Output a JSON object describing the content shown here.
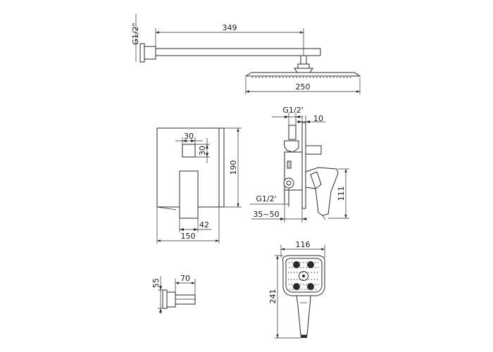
{
  "dimensions": {
    "head_arm_thread": "G1/2\"",
    "head_arm_length": "349",
    "head_diameter": "250",
    "mixer_inlet_thread": "G1/2'",
    "mixer_outlet_thread": "G1/2'",
    "mixer_depth_small": "10",
    "mixer_install_depth": "35~50",
    "mixer_handle_depth": "111",
    "plate_square_w": "30",
    "plate_square_h": "30",
    "plate_height": "190",
    "plate_width": "150",
    "lever_width": "42",
    "hand_shower_width": "116",
    "hand_shower_length": "241",
    "outlet_height": "55",
    "outlet_length": "70"
  }
}
